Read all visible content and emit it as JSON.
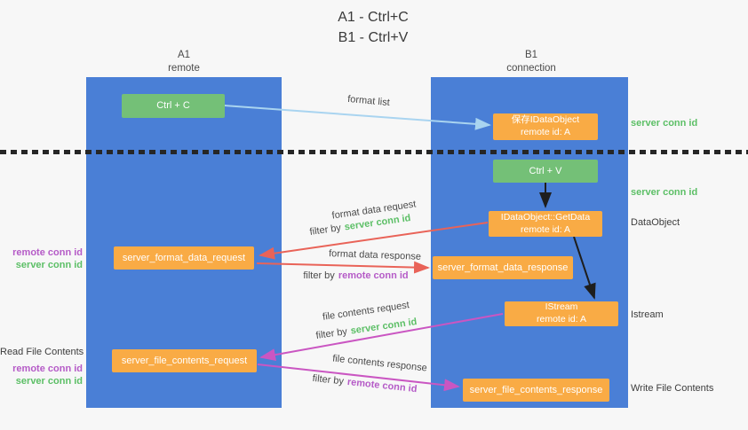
{
  "title": {
    "line1": "A1 - Ctrl+C",
    "line2": "B1 - Ctrl+V"
  },
  "lanes": {
    "left": {
      "name": "A1",
      "role": "remote"
    },
    "right": {
      "name": "B1",
      "role": "connection"
    }
  },
  "boxes": {
    "ctrl_c": {
      "label": "Ctrl + C"
    },
    "save_idataobject": {
      "line1": "保存IDataObject",
      "line2": "remote id: A"
    },
    "ctrl_v": {
      "label": "Ctrl + V"
    },
    "getdata": {
      "line1": "IDataObject::GetData",
      "line2": "remote id: A"
    },
    "server_format_data_request": {
      "label": "server_format_data_request"
    },
    "server_format_data_response": {
      "label": "server_format_data_response"
    },
    "istream": {
      "line1": "IStream",
      "line2": "remote id: A"
    },
    "server_file_contents_request": {
      "label": "server_file_contents_request"
    },
    "server_file_contents_response": {
      "label": "server_file_contents_response"
    }
  },
  "arrow_labels": {
    "format_list": "format list",
    "format_data_request": "format data request",
    "format_data_response": "format data response",
    "file_contents_request": "file contents request",
    "file_contents_response": "file contents response",
    "filter_by": "filter by",
    "server_conn_id": "server conn id",
    "remote_conn_id": "remote conn id"
  },
  "side_labels": {
    "server_conn_id": "server conn id",
    "remote_conn_id": "remote conn id",
    "data_object": "DataObject",
    "istream": "Istream",
    "read_file_contents": "Read File Contents",
    "write_file_contents": "Write File Contents"
  },
  "colors": {
    "lane_blue": "#4a7fd6",
    "box_orange": "#f9ab45",
    "box_green": "#74c077",
    "green_text": "#5cbf66",
    "purple_text": "#b55bc7",
    "arrow_red": "#e96358",
    "arrow_magenta": "#ca56c2",
    "arrow_lightblue": "#a9d4f0",
    "arrow_black": "#1e1e1e",
    "text_dark": "#3c3c3c",
    "background": "#f7f7f7"
  }
}
